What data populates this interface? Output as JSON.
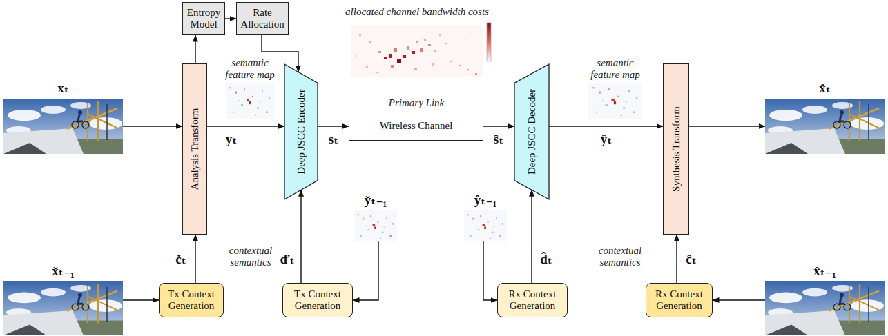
{
  "diagram": {
    "nodes": [
      {
        "text": [
          "xₜ"
        ]
      },
      {
        "text": [
          "Analysis Transform"
        ]
      },
      {
        "text": [
          "Entropy Model"
        ]
      },
      {
        "text": [
          "Rate Allocation"
        ]
      },
      {
        "text": [
          "Deep JSCC Encoder"
        ]
      },
      {
        "text": [
          "Wireless Channel"
        ]
      },
      {
        "text": [
          "Deep JSCC Decoder"
        ]
      },
      {
        "text": [
          "Synthesis Transform"
        ]
      },
      {
        "text": [
          "x̂ₜ"
        ]
      },
      {
        "text": [
          "y̌ₜ₋₁"
        ]
      },
      {
        "text": [
          "ŷₜ₋₁"
        ]
      },
      {
        "text": [
          "x̌ₜ₋₁"
        ]
      },
      {
        "text": [
          "Tx Context Generation"
        ]
      },
      {
        "text": [
          "Tx Context Generation"
        ]
      },
      {
        "text": [
          "Rx Context Generation"
        ]
      },
      {
        "text": [
          "Rx Context Generation"
        ]
      },
      {
        "text": [
          "x̂ₜ₋₁"
        ]
      }
    ],
    "edges": [
      {
        "from": 0,
        "to": 1,
        "arrow": "to"
      },
      {
        "from": 1,
        "to": 2,
        "arrow": "to"
      },
      {
        "from": 2,
        "to": 3,
        "arrow": "to"
      },
      {
        "from": 3,
        "to": 4,
        "arrow": "to"
      },
      {
        "from": 1,
        "to": 4,
        "label": "yₜ",
        "arrow": "to"
      },
      {
        "from": 4,
        "to": 5,
        "label": "sₜ",
        "arrow": "to"
      },
      {
        "from": 5,
        "to": 6,
        "label": "ŝₜ",
        "arrow": "to"
      },
      {
        "from": 6,
        "to": 7,
        "label": "ŷₜ",
        "arrow": "to"
      },
      {
        "from": 7,
        "to": 8,
        "arrow": "to"
      },
      {
        "from": 11,
        "to": 12,
        "arrow": "to"
      },
      {
        "from": 12,
        "to": 1,
        "label": "čₜ",
        "arrow": "to"
      },
      {
        "from": 13,
        "to": 4,
        "label": "ďₜ",
        "arrow": "to"
      },
      {
        "from": 9,
        "to": 13,
        "arrow": "to"
      },
      {
        "from": 10,
        "to": 14,
        "arrow": "to"
      },
      {
        "from": 14,
        "to": 6,
        "label": "d̂ₜ",
        "arrow": "to"
      },
      {
        "from": 16,
        "to": 15,
        "arrow": "to"
      },
      {
        "from": 15,
        "to": 7,
        "label": "ĉₜ",
        "arrow": "to"
      }
    ],
    "labels": [
      "allocated channel bandwidth costs",
      "semantic feature map",
      "semantic feature map",
      "Primary Link",
      "contextual semantics",
      "contextual semantics"
    ]
  }
}
